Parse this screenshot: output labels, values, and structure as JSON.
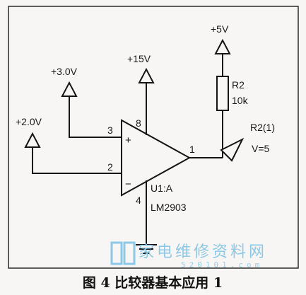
{
  "labels": {
    "v_plus5": "+5V",
    "v_plus15": "+15V",
    "v_plus3": "+3.0V",
    "v_plus2": "+2.0V",
    "r2_name": "R2",
    "r2_value": "10k",
    "out_name": "R2(1)",
    "out_value": "V=5",
    "unit_name": "U1:A",
    "part_name": "LM2903",
    "plus_sign": "+",
    "minus_sign": "−"
  },
  "pins": {
    "p1": "1",
    "p2": "2",
    "p3": "3",
    "p4": "4",
    "p8": "8"
  },
  "watermark": {
    "text": "家电维修资料网",
    "sub": "520101.com"
  },
  "caption": "图 4 比较器基本应用 1",
  "colors": {
    "ink": "#151515",
    "watermark": "#8cc8e8",
    "background": "#f7f6f4"
  }
}
